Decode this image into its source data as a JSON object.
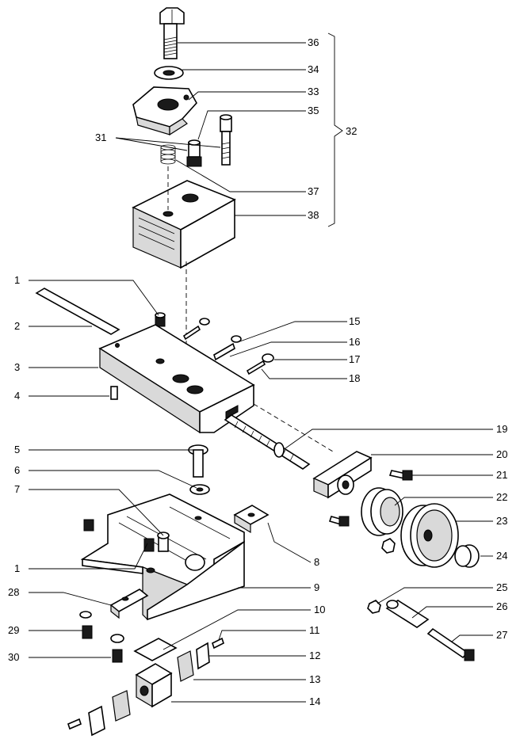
{
  "labels": {
    "l36": "36",
    "l34": "34",
    "l33": "33",
    "l35": "35",
    "l32": "32",
    "l31": "31",
    "l37": "37",
    "l38": "38",
    "l1a": "1",
    "l2": "2",
    "l3": "3",
    "l4": "4",
    "l15": "15",
    "l16": "16",
    "l17": "17",
    "l18": "18",
    "l19": "19",
    "l20": "20",
    "l21": "21",
    "l22": "22",
    "l23": "23",
    "l24": "24",
    "l25": "25",
    "l26": "26",
    "l27": "27",
    "l5": "5",
    "l6": "6",
    "l7": "7",
    "l8": "8",
    "l1b": "1",
    "l9": "9",
    "l28": "28",
    "l10": "10",
    "l29": "29",
    "l11": "11",
    "l30": "30",
    "l12": "12",
    "l13": "13",
    "l14": "14"
  }
}
